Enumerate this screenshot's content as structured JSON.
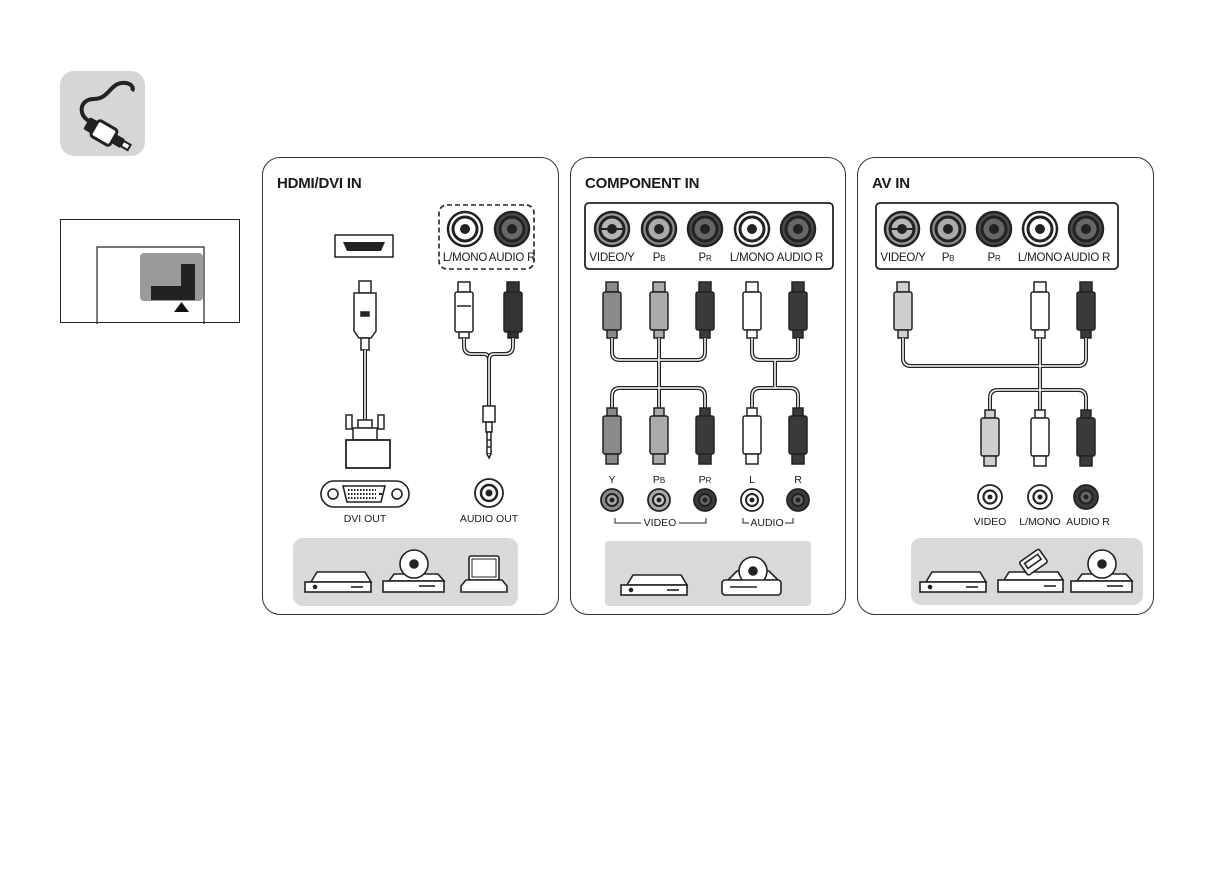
{
  "panels": {
    "hdmi": {
      "title": "HDMI/DVI IN",
      "port_labels": [
        "L/MONO",
        "AUDIO R"
      ],
      "source_labels": [
        "DVI OUT",
        "AUDIO OUT"
      ],
      "devices": [
        "set-top-box",
        "dvd-player",
        "laptop"
      ]
    },
    "component": {
      "title": "COMPONENT IN",
      "port_labels": [
        "VIDEO/Y",
        "P",
        "B",
        "P",
        "R",
        "L/MONO",
        "AUDIO R"
      ],
      "source_labels": [
        "Y",
        "P",
        "B",
        "P",
        "R",
        "L",
        "R"
      ],
      "group_labels": [
        "VIDEO",
        "AUDIO"
      ],
      "devices": [
        "set-top-box",
        "dvd-player"
      ]
    },
    "av": {
      "title": "AV IN",
      "port_labels": [
        "VIDEO/Y",
        "P",
        "B",
        "P",
        "R",
        "L/MONO",
        "AUDIO R"
      ],
      "source_labels": [
        "VIDEO",
        "L/MONO",
        "AUDIO R"
      ],
      "devices": [
        "set-top-box",
        "vcr",
        "dvd-player"
      ]
    }
  },
  "colors": {
    "jack_white": "#ffffff",
    "jack_gray": "#8a8a8a",
    "jack_dark": "#3a3a3a",
    "jack_light": "#cfcfcf",
    "device_bg": "#d9d9d9",
    "icon_bg": "#d6d6d6"
  }
}
